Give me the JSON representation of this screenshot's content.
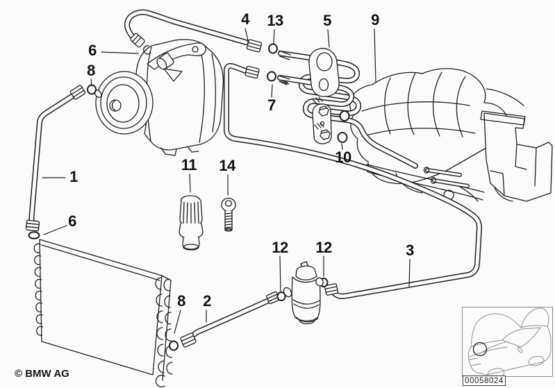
{
  "callouts": [
    {
      "label": "4"
    },
    {
      "label": "13"
    },
    {
      "label": "5"
    },
    {
      "label": "9"
    },
    {
      "label": "6"
    },
    {
      "label": "8"
    },
    {
      "label": "7"
    },
    {
      "label": "10"
    },
    {
      "label": "1"
    },
    {
      "label": "11"
    },
    {
      "label": "14"
    },
    {
      "label": "6"
    },
    {
      "label": "12"
    },
    {
      "label": "12"
    },
    {
      "label": "3"
    },
    {
      "label": "8"
    },
    {
      "label": "2"
    }
  ],
  "copyright": "© BMW AG",
  "inset": {
    "part_number": "00058024"
  },
  "colors": {
    "line": "#1e1e1e",
    "background": "#fbfbfb",
    "inset_line": "#8d8d8d",
    "marker": "#000000"
  }
}
